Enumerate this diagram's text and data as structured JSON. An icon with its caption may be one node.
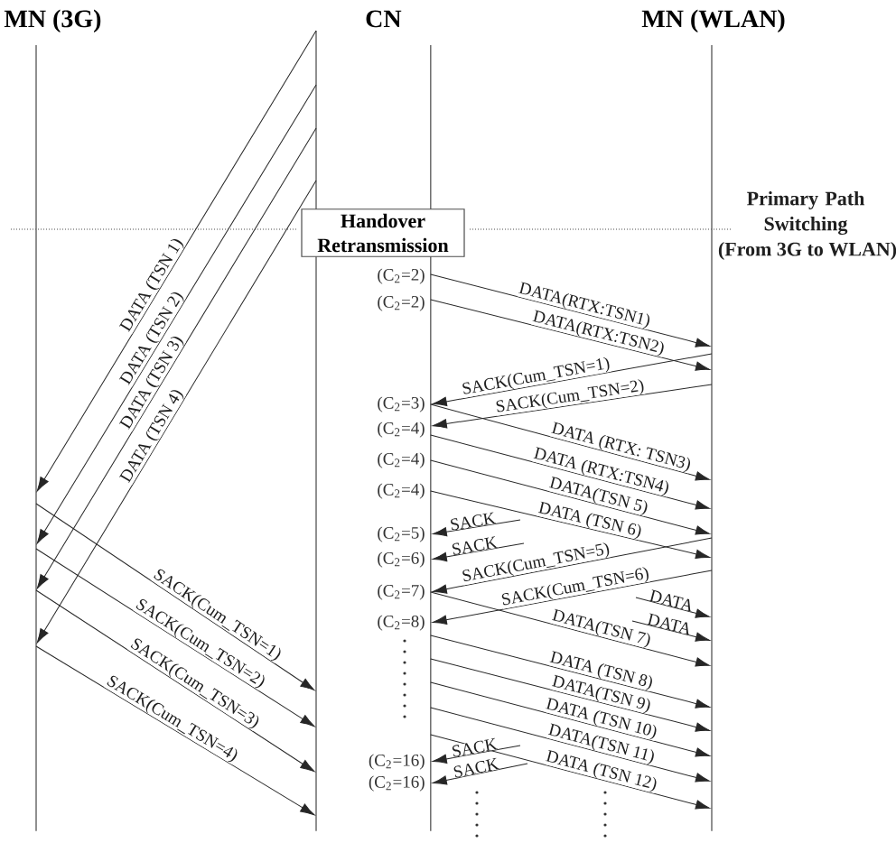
{
  "diagram": {
    "nodes": [
      {
        "text": [],
        "shape": "bar",
        "beside": [
          "MN (3G)"
        ]
      },
      {
        "text": [
          "CN"
        ]
      },
      {
        "text": [],
        "shape": "bar",
        "beside": [
          "MN (WLAN)"
        ]
      },
      {
        "text": [
          "Handover Retransmission"
        ]
      }
    ],
    "edges": [
      {
        "from": 1,
        "to": 0,
        "arrow": "to",
        "label": "DATA (TSN 1)"
      },
      {
        "from": 1,
        "to": 0,
        "arrow": "to",
        "label": "DATA (TSN 2)"
      },
      {
        "from": 1,
        "to": 0,
        "arrow": "to",
        "label": "DATA (TSN 3)"
      },
      {
        "from": 1,
        "to": 0,
        "arrow": "to",
        "label": "DATA (TSN 4)"
      },
      {
        "from": 0,
        "to": 1,
        "arrow": "to",
        "label": "SACK(Cum_TSN=1)"
      },
      {
        "from": 0,
        "to": 1,
        "arrow": "to",
        "label": "SACK(Cum_TSN=2)"
      },
      {
        "from": 0,
        "to": 1,
        "arrow": "to",
        "label": "SACK(Cum_TSN=3)"
      },
      {
        "from": 0,
        "to": 1,
        "arrow": "to",
        "label": "SACK(Cum_TSN=4)"
      },
      {
        "from": 1,
        "to": 2,
        "arrow": "to",
        "label": "DATA(RTX:TSN1)"
      },
      {
        "from": 1,
        "to": 2,
        "arrow": "to",
        "label": "DATA(RTX:TSN2)"
      },
      {
        "from": 2,
        "to": 1,
        "arrow": "to",
        "label": "SACK(Cum_TSN=1)"
      },
      {
        "from": 2,
        "to": 1,
        "arrow": "to",
        "label": "SACK(Cum_TSN=2)"
      },
      {
        "from": 1,
        "to": 2,
        "arrow": "to",
        "label": "DATA (RTX: TSN3)"
      },
      {
        "from": 1,
        "to": 2,
        "arrow": "to",
        "label": "DATA (RTX:TSN4)"
      },
      {
        "from": 1,
        "to": 2,
        "arrow": "to",
        "label": "DATA(TSN 5)"
      },
      {
        "from": 1,
        "to": 2,
        "arrow": "to",
        "label": "DATA (TSN 6)"
      },
      {
        "from": null,
        "to": 1,
        "arrow": "to",
        "label": "SACK"
      },
      {
        "from": null,
        "to": 1,
        "arrow": "to",
        "label": "SACK"
      },
      {
        "from": 2,
        "to": 1,
        "arrow": "to",
        "label": "SACK(Cum_TSN=5)"
      },
      {
        "from": 2,
        "to": 1,
        "arrow": "to",
        "label": "SACK(Cum_TSN=6)"
      },
      {
        "from": null,
        "to": 2,
        "arrow": "to",
        "label": "DATA"
      },
      {
        "from": null,
        "to": 2,
        "arrow": "to",
        "label": "DATA"
      },
      {
        "from": 1,
        "to": 2,
        "arrow": "to",
        "label": "DATA(TSN 7)"
      },
      {
        "from": 1,
        "to": 2,
        "arrow": "to",
        "label": "DATA (TSN 8)"
      },
      {
        "from": 1,
        "to": 2,
        "arrow": "to",
        "label": "DATA(TSN 9)"
      },
      {
        "from": 1,
        "to": 2,
        "arrow": "to",
        "label": "DATA (TSN 10)"
      },
      {
        "from": 1,
        "to": 2,
        "arrow": "to",
        "label": "DATA(TSN 11)"
      },
      {
        "from": 1,
        "to": 2,
        "arrow": "to",
        "label": "DATA (TSN 12)"
      },
      {
        "from": null,
        "to": 1,
        "arrow": "to",
        "label": "SACK"
      },
      {
        "from": null,
        "to": 1,
        "arrow": "to",
        "label": "SACK"
      }
    ],
    "labels": [
      "Primary Path Switching",
      "(From 3G to WLAN)",
      "(C$_{2}$=2)",
      "(C$_{2}$=2)",
      "(C$_{2}$=3)",
      "(C$_{2}$=4)",
      "(C$_{2}$=4)",
      "(C$_{2}$=4)",
      "(C$_{2}$=5)",
      "(C$_{2}$=6)",
      "(C$_{2}$=7)",
      "(C$_{2}$=8)",
      "(C$_{2}$=16)",
      "(C$_{2}$=16)"
    ]
  }
}
